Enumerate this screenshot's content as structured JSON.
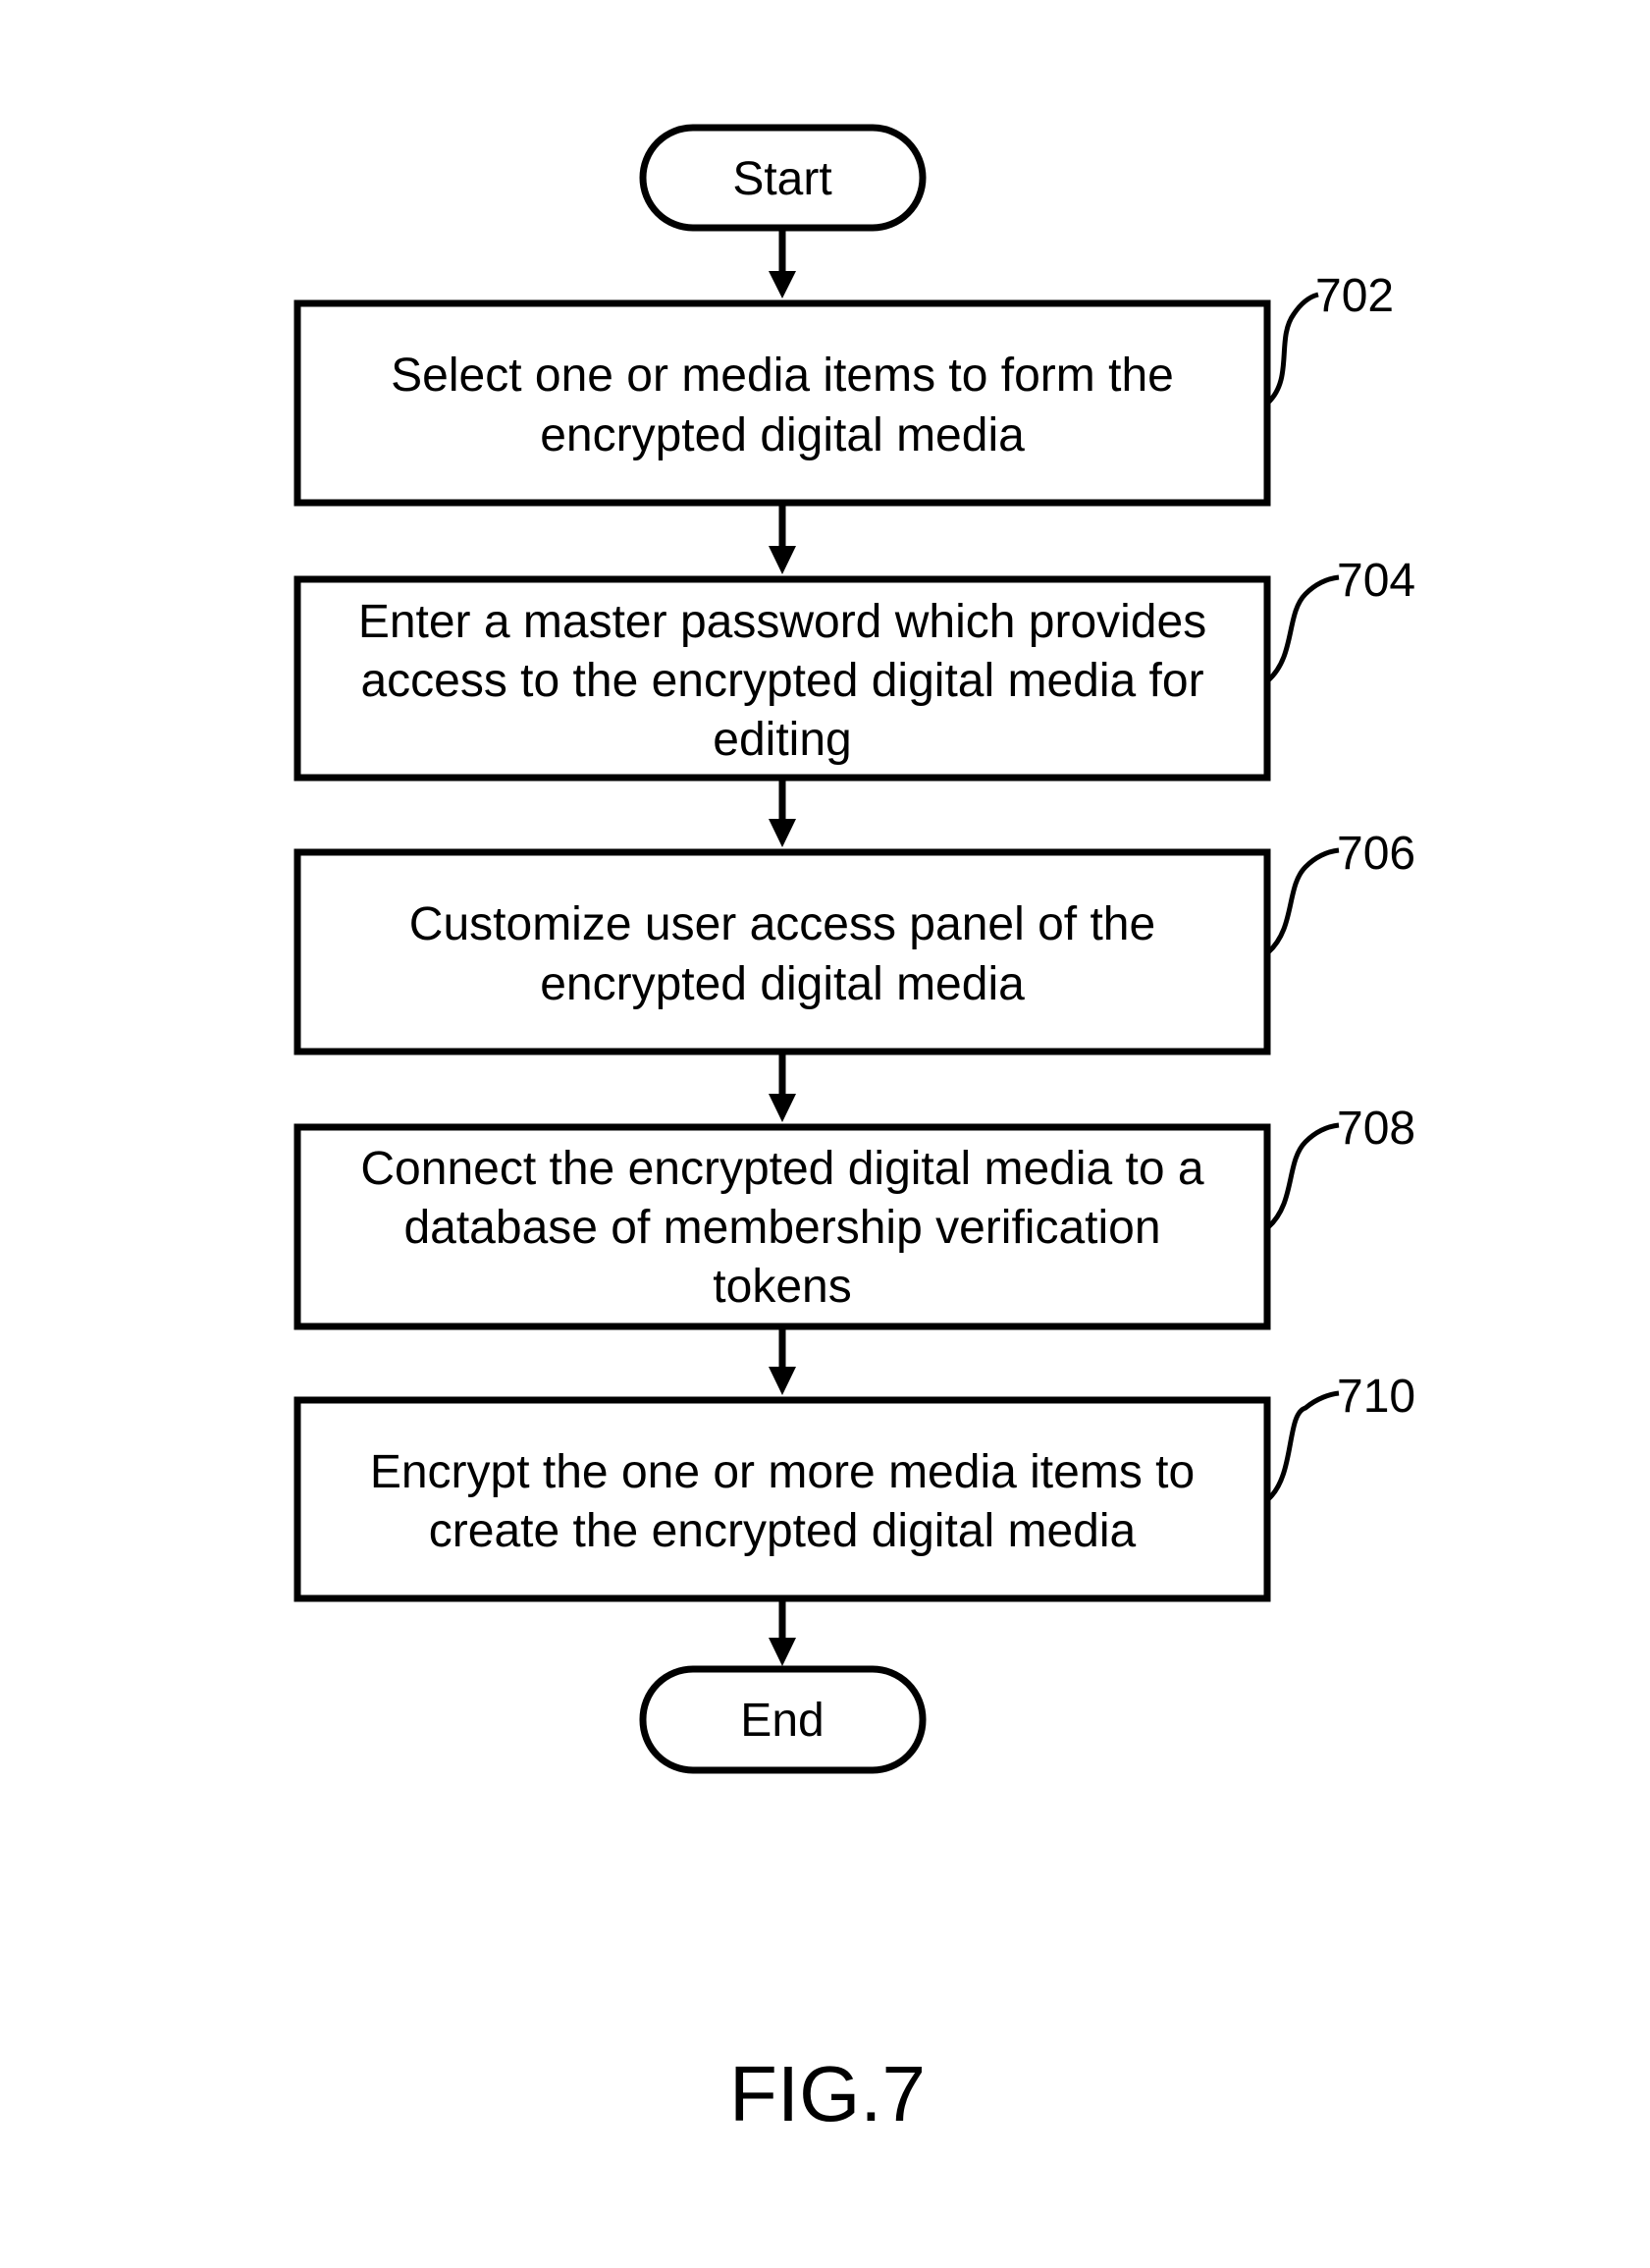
{
  "terminals": {
    "start": "Start",
    "end": "End"
  },
  "steps": [
    {
      "ref": "702",
      "lines": [
        "Select one or media items to form the",
        "encrypted digital media"
      ]
    },
    {
      "ref": "704",
      "lines": [
        "Enter a master password which provides",
        "access to the encrypted digital media for",
        "editing"
      ]
    },
    {
      "ref": "706",
      "lines": [
        "Customize user access panel of the",
        "encrypted digital media"
      ]
    },
    {
      "ref": "708",
      "lines": [
        "Connect the encrypted digital media to a",
        "database of membership verification",
        "tokens"
      ]
    },
    {
      "ref": "710",
      "lines": [
        "Encrypt the one or more media items to",
        "create the encrypted digital media"
      ]
    }
  ],
  "figure_label": "FIG.7"
}
